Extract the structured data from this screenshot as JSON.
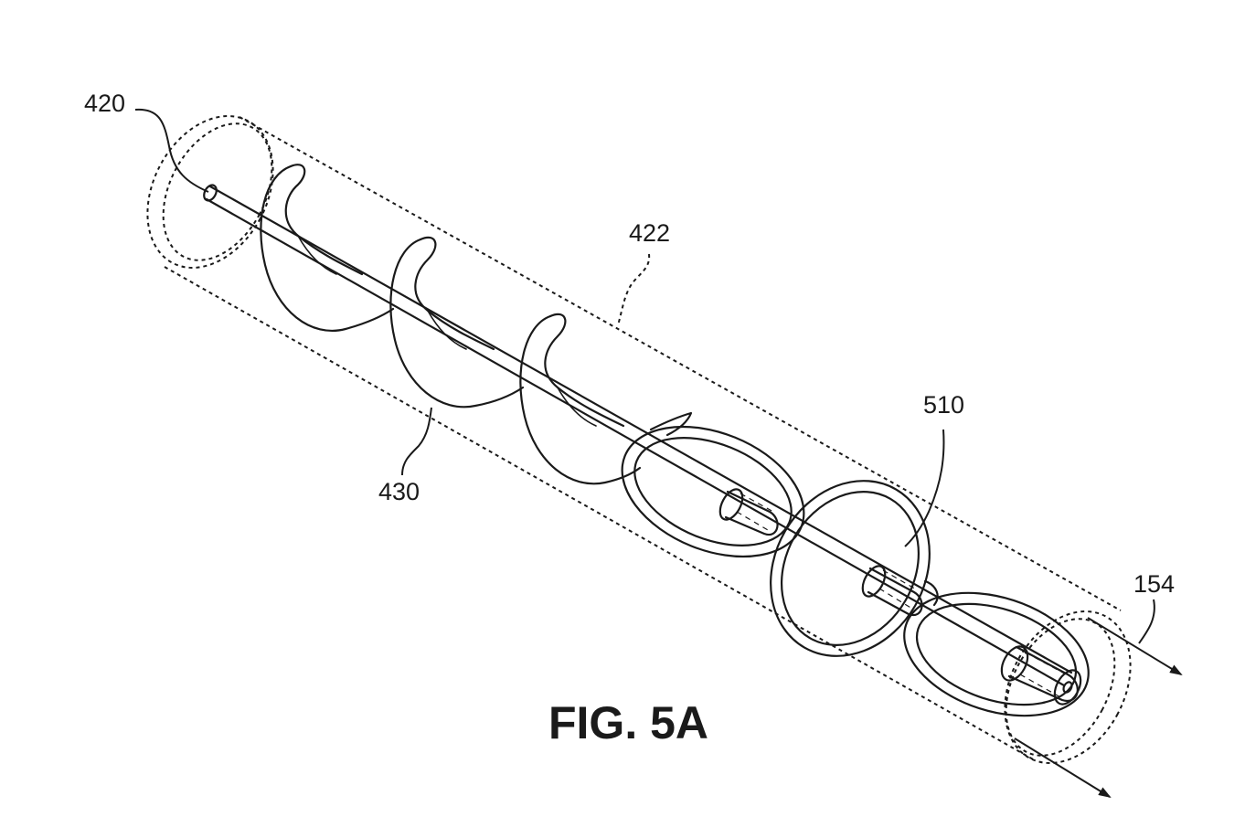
{
  "labels": {
    "guidewire": "420",
    "sheath": "422",
    "helical_anchor": "430",
    "ring_element": "510",
    "direction": "154"
  },
  "caption": "FIG. 5A",
  "colors": {
    "ink": "#1a1a1a",
    "paper": "#ffffff"
  }
}
